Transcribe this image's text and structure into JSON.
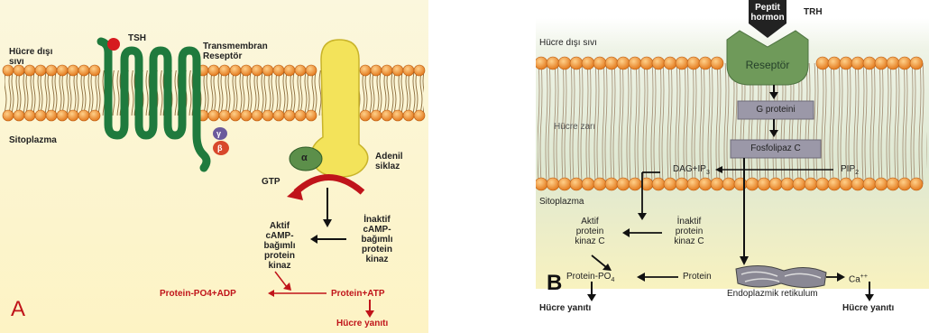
{
  "panel_a": {
    "extracellular": "Hücre dışı\nsıvı",
    "hormone": "TSH",
    "receptor": "Transmembran\nReseptör",
    "cytoplasm": "Sitoplazma",
    "gamma": "γ",
    "beta": "β",
    "alpha": "α",
    "gtp": "GTP",
    "enzyme": "Adenil\nsiklaz",
    "active_kinase": "Aktif\ncAMP-\nbağımlı\nprotein\nkinaz",
    "inactive_kinase": "İnaktif\ncAMP-\nbağımlı\nprotein\nkinaz",
    "product": "Protein-PO4+ADP",
    "substrate": "Protein+ATP",
    "response": "Hücre yanıtı",
    "letter": "A",
    "colors": {
      "membrane_head": "#e8891e",
      "membrane_tail": "#8a6a3a",
      "receptor": "#1f7a3d",
      "cyclase": "#f3e35a",
      "g_alpha": "#5c8f4a",
      "g_beta": "#d8482b",
      "g_gamma": "#6b5a9c",
      "accent": "#c0141a",
      "background": "#fcf7d2"
    }
  },
  "panel_b": {
    "hormone_label": "Peptit\nhormon",
    "hormone": "TRH",
    "extracellular": "Hücre dışı sıvı",
    "receptor": "Reseptör",
    "g_protein": "G proteini",
    "membrane": "Hücre zarı",
    "plc": "Fosfolipaz C",
    "dag_ip3": "DAG+IP",
    "dag_ip3_sub": "3",
    "pip2": "PIP",
    "pip2_sub": "2",
    "cytoplasm": "Sitoplazma",
    "active_kinase": "Aktif\nprotein\nkinaz C",
    "inactive_kinase": "İnaktif\nprotein\nkinaz C",
    "protein_po4": "Protein-PO",
    "protein_po4_sub": "4",
    "protein": "Protein",
    "ca": "Ca",
    "ca_sup": "++",
    "er": "Endoplazmik retikulum",
    "response_left": "Hücre yanıtı",
    "response_right": "Hücre yanıtı",
    "letter": "B",
    "colors": {
      "receptor": "#6f9a5a",
      "box": "#9b98a8",
      "membrane_head": "#e8891e",
      "background_top": "#d9e6cf",
      "background_bottom": "#f7f0b8"
    }
  }
}
